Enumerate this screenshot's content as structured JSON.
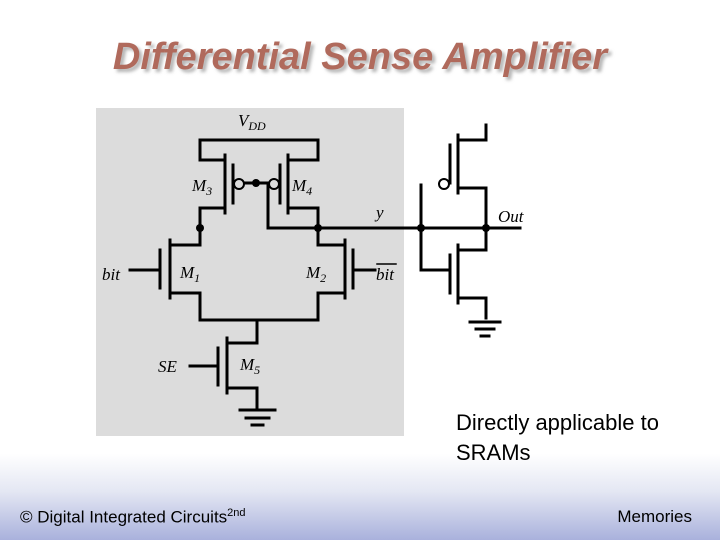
{
  "title": "Differential Sense Amplifier",
  "diagram": {
    "vdd": {
      "main": "V",
      "sub": "DD"
    },
    "m3": {
      "main": "M",
      "sub": "3"
    },
    "m4": {
      "main": "M",
      "sub": "4"
    },
    "m1": {
      "main": "M",
      "sub": "1"
    },
    "m2": {
      "main": "M",
      "sub": "2"
    },
    "m5": {
      "main": "M",
      "sub": "5"
    },
    "y": "y",
    "out": "Out",
    "bit": "bit",
    "bit_bar": "bit",
    "se": "SE"
  },
  "note": "Directly applicable to SRAMs",
  "footer": {
    "left": "© Digital Integrated Circuits",
    "left_sup": "2nd",
    "right": "Memories"
  },
  "colors": {
    "title": "#b06a5c",
    "panel": "#dcdcdc",
    "footer_band": "#a9b1dc"
  }
}
